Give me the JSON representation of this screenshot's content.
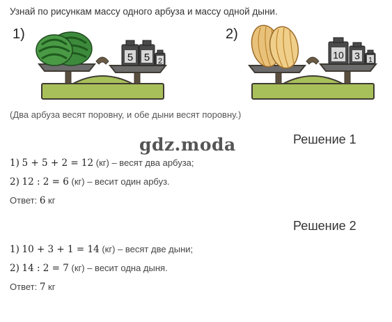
{
  "task_text": "Узнай по рисункам массу одного арбуза и массу одной дыни.",
  "figures": [
    {
      "label": "1)",
      "fruit": "watermelon",
      "weights": [
        "5",
        "5",
        "2"
      ]
    },
    {
      "label": "2)",
      "fruit": "melon",
      "weights": [
        "10",
        "3",
        "1"
      ]
    }
  ],
  "note": "(Два арбуза весят поровну, и обе дыни весят поровну.)",
  "watermark": "gdz.moda",
  "solutions": [
    {
      "title": "Решение 1",
      "steps": [
        {
          "num": "1)",
          "expr": "5 + 5 + 2 = 12",
          "unit": "(кг)",
          "text": "– весят два арбуза;"
        },
        {
          "num": "2)",
          "expr": "12 : 2 = 6",
          "unit": "(кг)",
          "text": "– весит один арбуз."
        }
      ],
      "answer_label": "Ответ:",
      "answer_value": "6",
      "answer_unit": "кг"
    },
    {
      "title": "Решение 2",
      "steps": [
        {
          "num": "1)",
          "expr": "10 + 3 + 1 = 14",
          "unit": "(кг)",
          "text": "– весят две дыни;"
        },
        {
          "num": "2)",
          "expr": "14 : 2 = 7",
          "unit": "(кг)",
          "text": "– весит одна дыня."
        }
      ],
      "answer_label": "Ответ:",
      "answer_value": "7",
      "answer_unit": "кг"
    }
  ],
  "colors": {
    "scale_base": "#a8c05a",
    "scale_dark": "#3f3a32",
    "watermelon": "#3d8a3c",
    "melon": "#e8c27a",
    "weight": "#4a4a4a"
  }
}
